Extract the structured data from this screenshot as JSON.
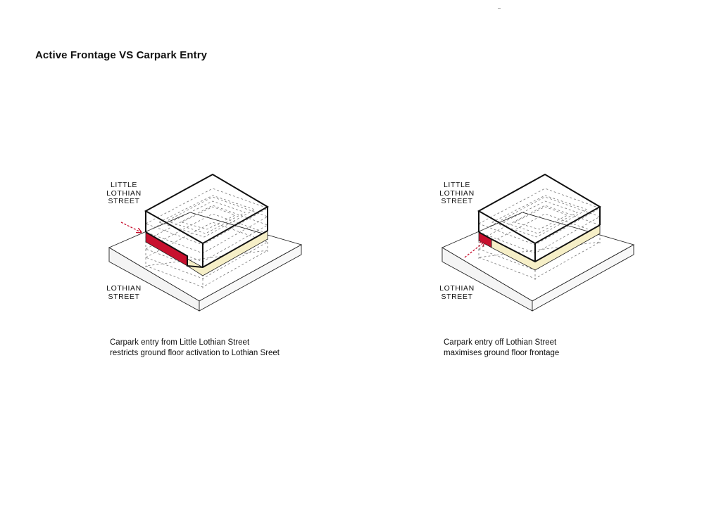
{
  "page": {
    "title": "Active Frontage VS Carpark Entry"
  },
  "colors": {
    "carpark_entry": "#c8102e",
    "active_frontage": "#f6efc7",
    "outline": "#111111",
    "ground_shading": "#f2f2f2"
  },
  "diagrams": [
    {
      "top_street_label": "LITTLE\nLOTHIAN\nSTREET",
      "bottom_street_label": "LOTHIAN\nSTREET",
      "caption_line_1": "Carpark entry from Little Lothian Street",
      "caption_line_2": "restricts ground floor activation to Lothian Sreet"
    },
    {
      "top_street_label": "LITTLE\nLOTHIAN\nSTREET",
      "bottom_street_label": "LOTHIAN\nSTREET",
      "caption_line_1": "Carpark entry off Lothian Street",
      "caption_line_2": "maximises ground floor frontage"
    }
  ]
}
